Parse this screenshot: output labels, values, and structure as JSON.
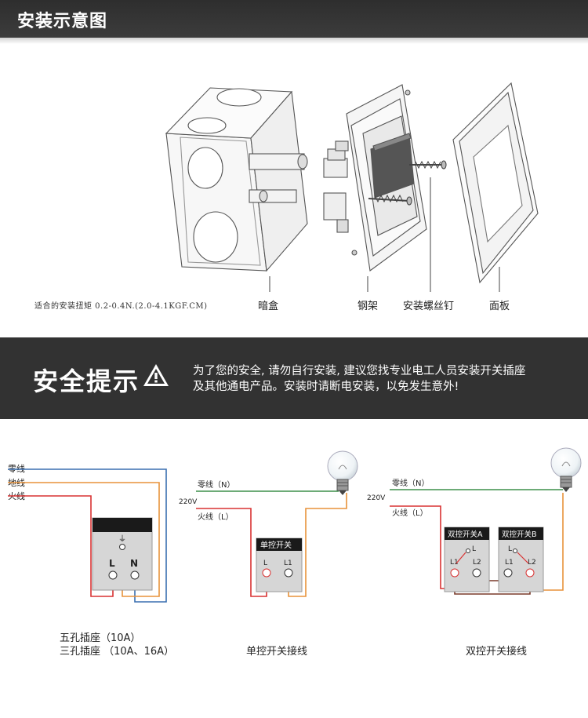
{
  "header": {
    "title": "安装示意图"
  },
  "install": {
    "torque_note": "适合的安装扭矩 0.2-0.4N.(2.0-4.1KGF.CM)",
    "parts": [
      {
        "label": "暗盒"
      },
      {
        "label": "钢架"
      },
      {
        "label": "安装螺丝钉"
      },
      {
        "label": "面板"
      }
    ]
  },
  "safety": {
    "title": "安全提示",
    "line1": "为了您的安全, 请勿自行安装, 建议您找专业电工人员安装开关插座",
    "line2": "及其他通电产品。安装时请断电安装，以免发生意外!"
  },
  "wiring": {
    "socket": {
      "zero_label": "零线",
      "ground_label": "地线",
      "fire_label": "火线",
      "term_l": "L",
      "term_n": "N",
      "caption1": "五孔插座（10A）",
      "caption2": "三孔插座 （10A、16A）"
    },
    "single": {
      "zero_label": "零线（N）",
      "fire_label": "火线（L）",
      "voltage": "220V",
      "switch_title": "单控开关",
      "t1": "L",
      "t2": "L1",
      "caption": "单控开关接线"
    },
    "double": {
      "zero_label": "零线（N）",
      "fire_label": "火线（L）",
      "voltage": "220V",
      "switch_a": "双控开关A",
      "switch_b": "双控开关B",
      "a_l": "L",
      "a_l1": "L1",
      "a_l2": "L2",
      "b_l": "L",
      "b_l1": "L1",
      "b_l2": "L2",
      "caption": "双控开关接线"
    },
    "colors": {
      "zero": "#3a6fb0",
      "ground": "#e8923a",
      "fire": "#d93232",
      "live_to_bulb": "#e8923a",
      "neutral_green": "#3d8f4a",
      "traveler": "#7a3a2a"
    }
  }
}
